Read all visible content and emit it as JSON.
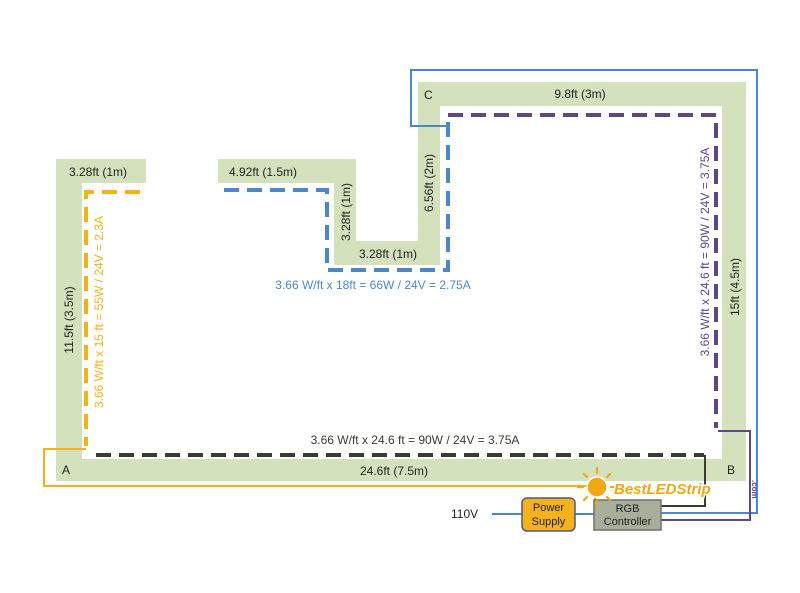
{
  "colors": {
    "track": "#d3e2bc",
    "blue": "#4b87cc",
    "yellow": "#f1b21d",
    "purple": "#5f4689",
    "dark": "#3b3b2f",
    "controller_box": "#a8ae9a",
    "power_box": "#f5b21d",
    "logo": "#f1a812"
  },
  "corners": {
    "a": "A",
    "b": "B",
    "c": "C"
  },
  "segments": {
    "left_top": "3.28ft (1m)",
    "left_side": "11.5ft (3.5m)",
    "mid_top": "4.92ft (1.5m)",
    "mid_drop": "3.28ft (1m)",
    "mid_bottom": "3.28ft (1m)",
    "mid_rise": "6.56ft (2m)",
    "top_right": "9.8ft (3m)",
    "right_side": "15ft (4.5m)",
    "bottom": "24.6ft (7.5m)"
  },
  "calculations": {
    "yellow": "3.66 W/ft x 15 ft = 55W / 24V = 2.3A",
    "blue": "3.66 W/ft x 18ft = 66W / 24V = 2.75A",
    "purple": "3.66 W/ft x 24.6 ft = 90W / 24V = 3.75A",
    "dark": "3.66 W/ft x 24.6 ft = 90W / 24V = 3.75A"
  },
  "devices": {
    "power_line1": "Power",
    "power_line2": "Supply",
    "controller_line1": "RGB",
    "controller_line2": "Controller",
    "input_voltage": "110V"
  },
  "logo": {
    "name": "BestLEDStrip",
    "suffix": ".com"
  }
}
